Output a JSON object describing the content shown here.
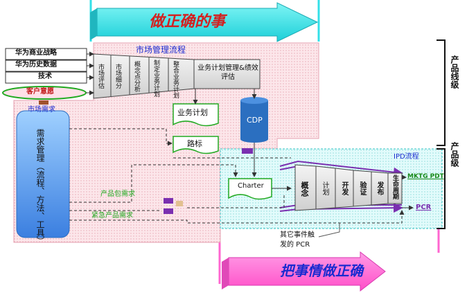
{
  "banners": {
    "top": "做正确的事",
    "bottom": "把事情做正确"
  },
  "inputs": [
    "华为商业战略",
    "华为历史数据",
    "技术"
  ],
  "customer_wish": "客户意愿",
  "market_demand": "市场需求",
  "demand_mgmt": "需求管理（流程、方法、工具）",
  "mm_process": {
    "title": "市场管理流程",
    "steps": [
      "市场评估",
      "市场细分",
      "概念点分析",
      "制定业务计划",
      "整合业务计划"
    ],
    "last_step": "业务计划管理&绩效评估"
  },
  "business_plan": "业务计划",
  "roadmap": "路标",
  "cdp": "CDP",
  "charter": "Charter",
  "ipd": {
    "title": "IPD流程",
    "phases": [
      "概念",
      "计划",
      "开发",
      "验证",
      "发布",
      "生命周期"
    ],
    "mktg_pdt": "MKTG PDT",
    "pcr": "PCR"
  },
  "product_package_req": "产品包需求",
  "urgent_req": "紧急产品需求",
  "other_events": "其它事件触发的 PCR",
  "side_labels": {
    "product_line": "产品线级",
    "product": "产品级"
  },
  "colors": {
    "cyan": "#33e0e8",
    "magenta": "#ff66d0",
    "pink_area": "#fbe0e6",
    "green": "#22aa22",
    "purple": "#7a2fb0",
    "title_blue": "#1a2bd0"
  }
}
